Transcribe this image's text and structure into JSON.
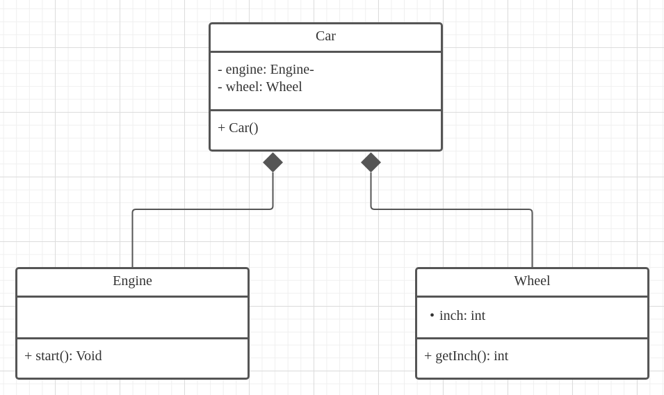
{
  "classes": {
    "car": {
      "name": "Car",
      "attributes": [
        "- engine: Engine-",
        "- wheel: Wheel"
      ],
      "methods": [
        "+ Car()"
      ]
    },
    "engine": {
      "name": "Engine",
      "attributes": [],
      "methods": [
        "+ start(): Void"
      ]
    },
    "wheel": {
      "name": "Wheel",
      "attributes": [
        "inch: int"
      ],
      "methods": [
        "+ getInch(): int"
      ]
    }
  },
  "relations": [
    {
      "type": "composition",
      "from": "Car",
      "to": "Engine"
    },
    {
      "type": "composition",
      "from": "Car",
      "to": "Wheel"
    }
  ],
  "colors": {
    "stroke": "#555555",
    "grid": "#dcdcdc"
  }
}
